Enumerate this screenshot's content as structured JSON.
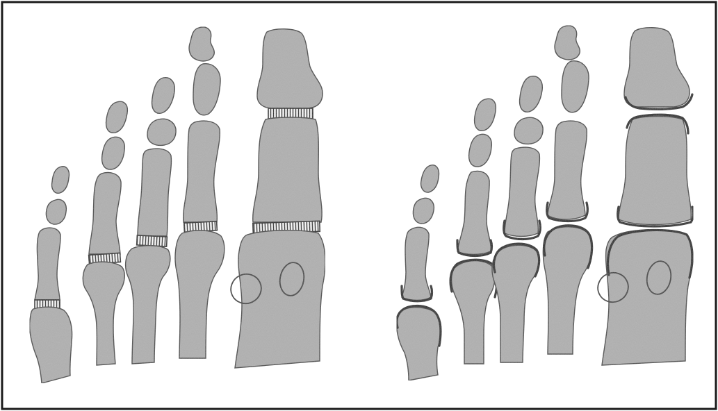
{
  "figure": {
    "panels": [
      {
        "id": "left",
        "state": "hatched-joints",
        "rays": 5
      },
      {
        "id": "right",
        "state": "outlined-articular-surfaces",
        "rays": 5
      }
    ],
    "colors": {
      "bone_fill": "#b0b0b0",
      "bone_outline": "#4a4a4a",
      "joint_hatch": "#2b2b2b",
      "articular_rim": "#2a2a2a",
      "frame": "#1a1a1a",
      "background": "#ffffff"
    }
  }
}
